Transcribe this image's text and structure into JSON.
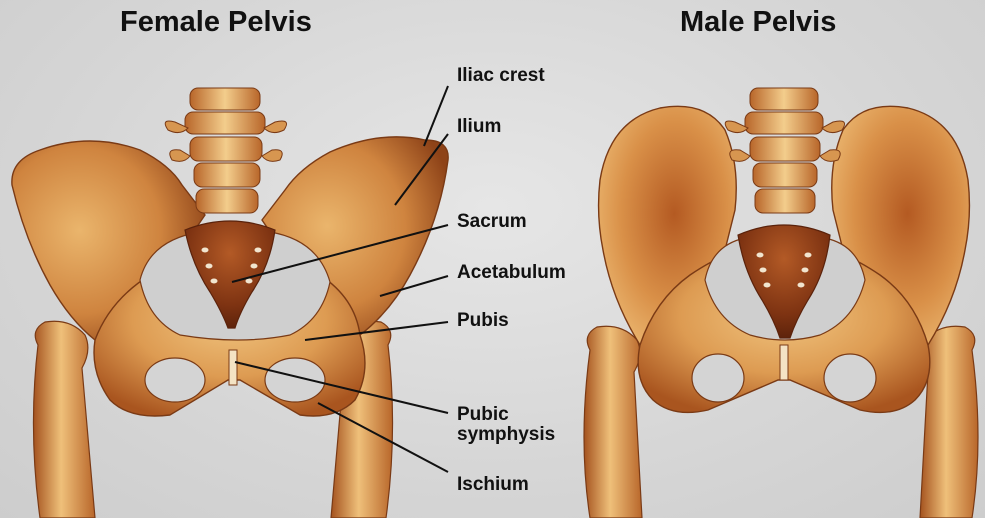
{
  "titles": {
    "female": "Female Pelvis",
    "male": "Male Pelvis"
  },
  "labels": {
    "iliac_crest": "Iliac crest",
    "ilium": "Ilium",
    "sacrum": "Sacrum",
    "acetabulum": "Acetabulum",
    "pubis": "Pubis",
    "pubic_symphysis_line1": "Pubic",
    "pubic_symphysis_line2": "symphysis",
    "ischium": "Ischium"
  },
  "colors": {
    "background": "#d9d9d9",
    "bone_light": "#e8b772",
    "bone_mid": "#cf8b45",
    "bone_dark": "#8a3f18",
    "text": "#111111"
  }
}
